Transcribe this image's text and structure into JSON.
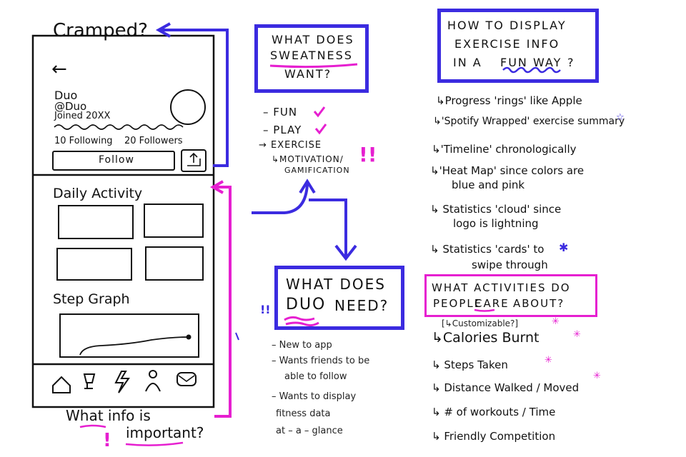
{
  "wireframe": {
    "back": "←",
    "profile_name": "Duo",
    "profile_handle": "@Duo",
    "joined": "Joined 20XX",
    "following": "10 Following",
    "followers": "20 Followers",
    "follow_button": "Follow",
    "daily_activity": "Daily Activity",
    "step_graph": "Step Graph"
  },
  "annotations": {
    "cramped": "Cramped?",
    "what_info_line1": "What info is",
    "what_info_line2": "important?",
    "exclaim": "!"
  },
  "sweatness": {
    "title_line1": "WHAT DOES",
    "title_line2": "SWEATNESS",
    "title_line3": "WANT?",
    "items": [
      "– FUN",
      "– PLAY",
      "→ EXERCISE",
      "↳MOTIVATION/",
      "GAMIFICATION"
    ],
    "exclaim": "!!"
  },
  "duo_need": {
    "title_line1": "WHAT DOES",
    "title_duo": "DUO",
    "title_need": "NEED?",
    "exclaim": "!!",
    "notes": [
      "– New to app",
      "– Wants friends to be",
      "able to follow",
      "– Wants to display",
      "fitness data",
      "at – a – glance"
    ]
  },
  "fun_way": {
    "title_line1": "HOW TO DISPLAY",
    "title_line2": "EXERCISE INFO",
    "title_in_a": "IN A",
    "title_fun_way": "FUN WAY",
    "title_q": "?",
    "ideas": [
      "↳Progress 'rings' like Apple",
      "↳'Spotify Wrapped' exercise summary",
      "↳'Timeline' chronologically",
      "↳'Heat Map' since colors are",
      "blue and pink",
      "↳ Statistics 'cloud' since",
      "logo is lightning",
      "↳ Statistics 'cards' to",
      "swipe through"
    ]
  },
  "activities": {
    "title_line1": "WHAT ACTIVITIES DO",
    "title_line2_pre": "PEOPLE",
    "title_care": "CARE",
    "title_line2_post": "ABOUT?",
    "customizable": "[↳Customizable?]",
    "items": [
      "↳Calories Burnt",
      "↳ Steps Taken",
      "↳ Distance Walked / Moved",
      "↳ # of workouts / Time",
      "↳ Friendly Competition"
    ]
  },
  "colors": {
    "blue": "#3b2be0",
    "pink": "#e61fd0",
    "ink": "#111111"
  }
}
